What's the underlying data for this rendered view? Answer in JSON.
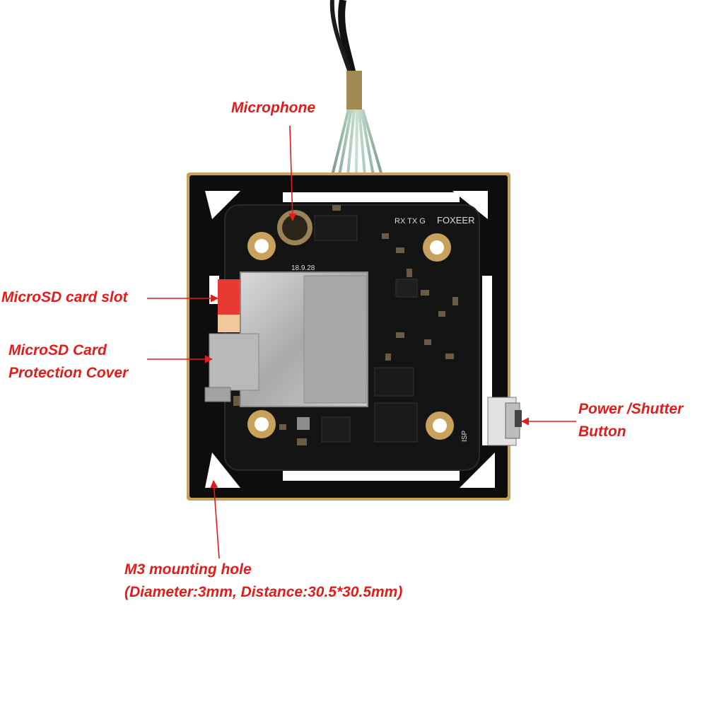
{
  "labels": {
    "microphone": [
      "Microphone"
    ],
    "sd_slot": [
      "MicroSD card slot"
    ],
    "sd_cover": [
      "MicroSD Card",
      "Protection Cover"
    ],
    "power_button": [
      "Power /Shutter",
      "Button"
    ],
    "mount_hole": [
      "M3 mounting hole",
      "(Diameter:3mm, Distance:30.5*30.5mm)"
    ]
  },
  "board_markings": {
    "brand": "FOXEER",
    "pins": "RX TX G",
    "date": "18.9.28",
    "isp": "ISP"
  },
  "colors": {
    "callout": "#e21b1b",
    "pcb": "#0d0d0d",
    "pcb_edge": "#c8a25c",
    "metal": "#b9b9b9",
    "sd_card": "#e63a32"
  }
}
